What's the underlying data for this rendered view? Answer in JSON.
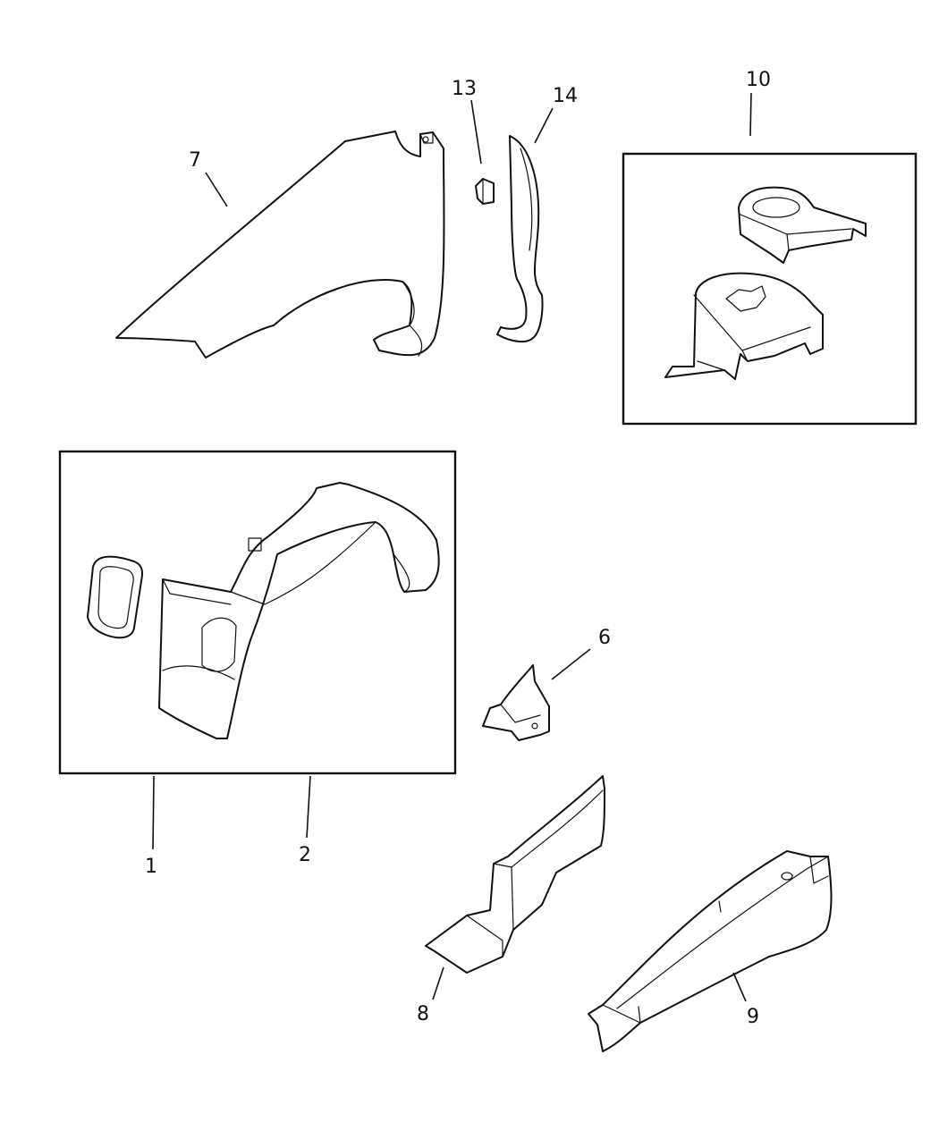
{
  "callouts": {
    "c1": "1",
    "c2": "2",
    "c6": "6",
    "c7": "7",
    "c8": "8",
    "c9": "9",
    "c10": "10",
    "c13": "13",
    "c14": "14"
  },
  "colors": {
    "line": "#111111",
    "background": "#ffffff"
  }
}
